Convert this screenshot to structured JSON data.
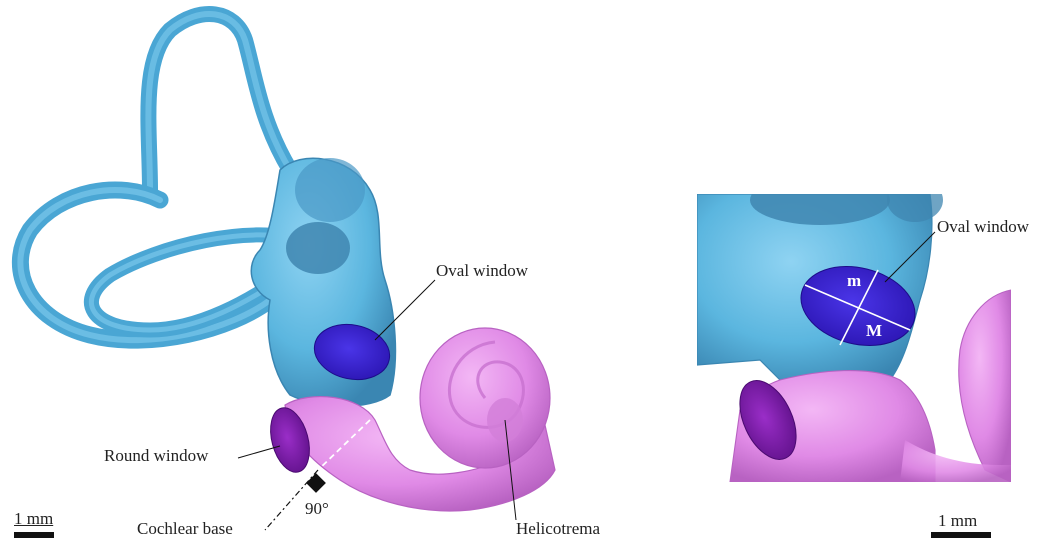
{
  "figure": {
    "left_panel": {
      "labels": {
        "oval_window": "Oval window",
        "round_window": "Round window",
        "cochlear_base": "Cochlear base",
        "helicotrema": "Helicotrema",
        "angle": "90°"
      },
      "scale_bar": "1 mm"
    },
    "right_panel": {
      "labels": {
        "oval_window": "Oval window",
        "minor_axis": "m",
        "major_axis": "M"
      },
      "scale_bar": "1 mm"
    }
  },
  "colors": {
    "vestibule": "#5bb6df",
    "vestibule_dark": "#3f86b0",
    "oval_window": "#3a1fd0",
    "round_window": "#7a1aa8",
    "cochlea": "#e18fe6",
    "cochlea_dark": "#c46fcc"
  }
}
